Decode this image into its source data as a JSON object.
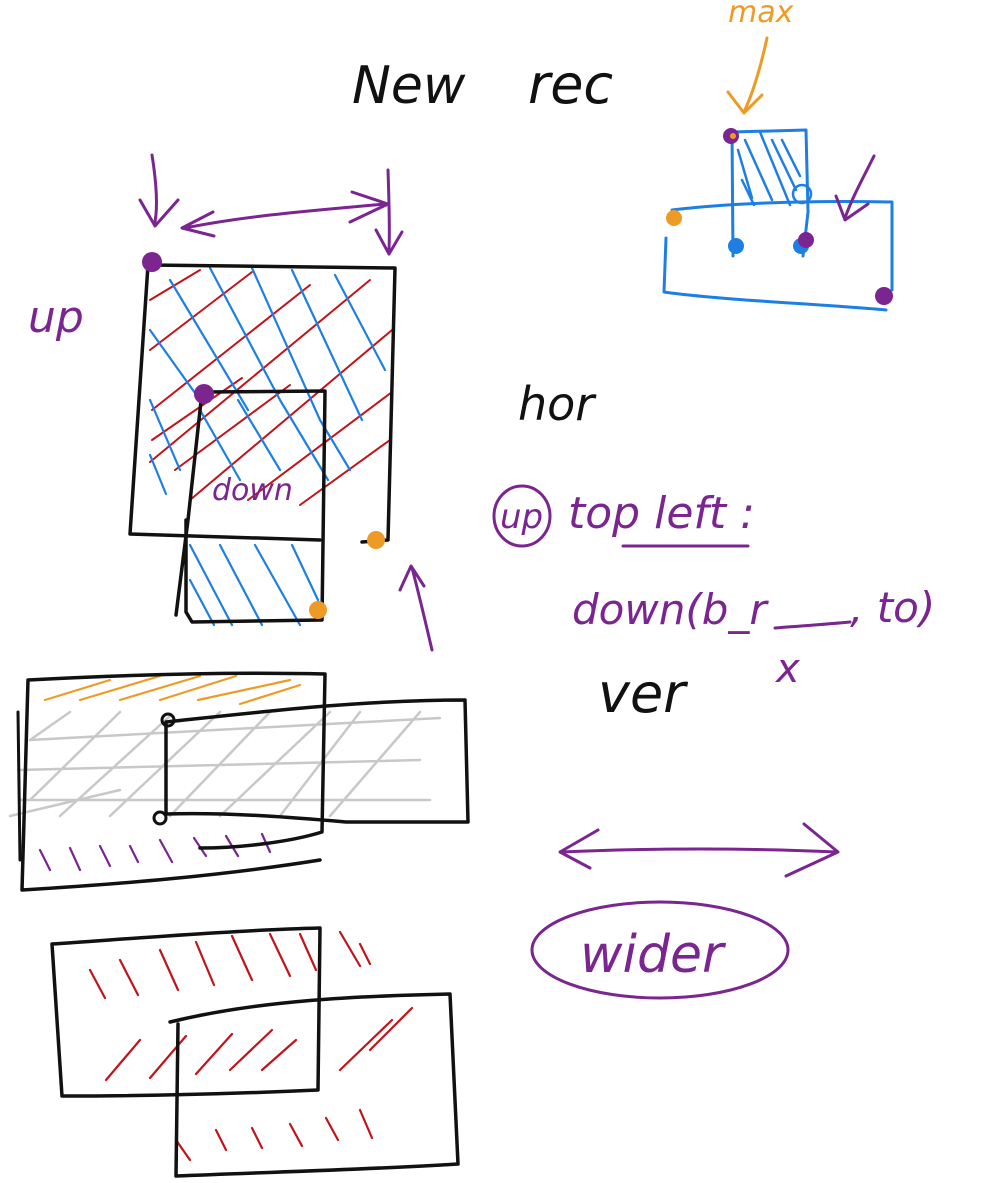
{
  "labels": {
    "title_new": "New",
    "title_rec": "rec",
    "max": "max",
    "up_left": "up",
    "down_inside": "down",
    "hor": "hor",
    "up_circled": "up",
    "top_left": "top left :",
    "down_br": "down(b_r",
    "to": ", to)",
    "x_mark": "x",
    "ver": "ver",
    "wider": "wider"
  },
  "colors": {
    "ink": "#111111",
    "purple": "#7a2590",
    "blue": "#1e7fe3",
    "red": "#c0141a",
    "orange": "#ee9b25",
    "gray": "#c8c8c8"
  }
}
